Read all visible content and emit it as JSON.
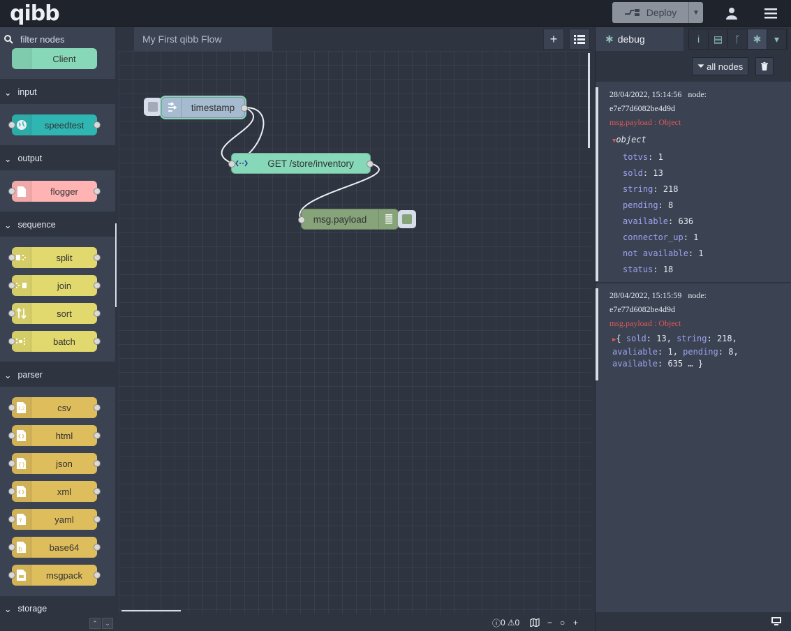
{
  "header": {
    "logo": "qibb",
    "deploy_label": "Deploy"
  },
  "palette": {
    "filter_placeholder": "filter nodes",
    "partial_node": "Client",
    "categories": [
      {
        "name": "input",
        "nodes": [
          "speedtest"
        ]
      },
      {
        "name": "output",
        "nodes": [
          "flogger"
        ]
      },
      {
        "name": "sequence",
        "nodes": [
          "split",
          "join",
          "sort",
          "batch"
        ]
      },
      {
        "name": "parser",
        "nodes": [
          "csv",
          "html",
          "json",
          "xml",
          "yaml",
          "base64",
          "msgpack"
        ]
      },
      {
        "name": "storage",
        "nodes": []
      }
    ],
    "colors": {
      "client": "#87d8b8",
      "speedtest": "#2fb6b3",
      "flogger": "#ffb3b3",
      "sequence": "#e2d96e",
      "parser": "#debd5c"
    }
  },
  "workspace": {
    "tab_label": "My First qibb Flow",
    "nodes": [
      {
        "id": "timestamp",
        "label": "timestamp",
        "color": "#a6bbcf",
        "icon": "inject-icon"
      },
      {
        "id": "http",
        "label": "GET /store/inventory",
        "color": "#87d8b8",
        "icon": "http-icon"
      },
      {
        "id": "debug",
        "label": "msg.payload",
        "color": "#86a37a",
        "icon": "debug-icon"
      }
    ],
    "footer": {
      "info_count": "0",
      "warn_count": "0"
    }
  },
  "sidebar": {
    "tab_label": "debug",
    "all_nodes_label": "all nodes",
    "messages": [
      {
        "time": "28/04/2022, 15:14:56",
        "node_label": "node:",
        "node_id": "e7e77d6082be4d9d",
        "topic": "msg.payload : Object",
        "object_label": "object",
        "fields": [
          {
            "key": "totvs",
            "value": "1"
          },
          {
            "key": "sold",
            "value": "13"
          },
          {
            "key": "string",
            "value": "218"
          },
          {
            "key": "pending",
            "value": "8"
          },
          {
            "key": "available",
            "value": "636"
          },
          {
            "key": "connector_up",
            "value": "1"
          },
          {
            "key": "not available",
            "value": "1"
          },
          {
            "key": "status",
            "value": "18"
          }
        ]
      },
      {
        "time": "28/04/2022, 15:15:59",
        "node_label": "node:",
        "node_id": "e7e77d6082be4d9d",
        "topic": "msg.payload : Object",
        "summary_parts": [
          {
            "key": "sold",
            "value": "13"
          },
          {
            "key": "string",
            "value": "218"
          },
          {
            "key": "avaliable",
            "value": "1"
          },
          {
            "key": "pending",
            "value": "8"
          },
          {
            "key": "available",
            "value": "635"
          }
        ]
      }
    ]
  }
}
